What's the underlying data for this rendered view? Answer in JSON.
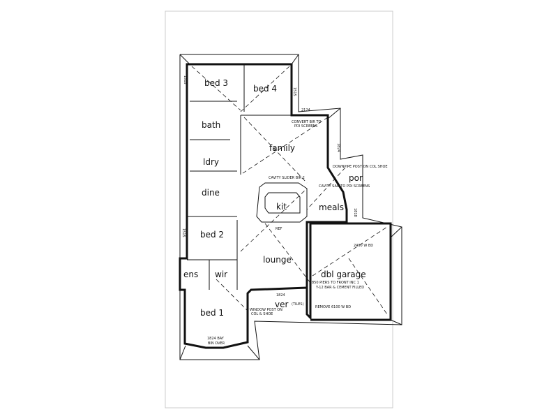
{
  "plan": {
    "rooms": {
      "bed3": "bed 3",
      "bed4": "bed 4",
      "bath": "bath",
      "family": "family",
      "ldry": "ldry",
      "dine": "dine",
      "kit": "kit",
      "meals": "meals",
      "por": "por",
      "bed2": "bed 2",
      "lounge": "lounge",
      "garage": "dbl garage",
      "ens": "ens",
      "wir": "wir",
      "ver": "ver",
      "bed1": "bed 1"
    },
    "notes": {
      "ver_tiles": "(TILES)",
      "convert_bir": "CONVERT BIR TO",
      "pdi_screens": "PDI SCREENS",
      "dim_2124": "2124",
      "dim_1824_family": "1824",
      "dim_1515_bed3": "1515",
      "dim_1515_bed4": "1515",
      "dim_1515_bed2": "1515",
      "dim_1818": "1818",
      "cavity_slider": "CAVITY SLIDER BIR 2",
      "downpipe": "DOWNPIPE POST ON COL SHOE",
      "cavity_sad": "CAVITY SAD TO PDI SCREENS",
      "garage_2400": "2400 W BD",
      "piers": "850 PIERS TO FRONT INC 1",
      "bar": "Y-12 BAR & CEMENT FILLED",
      "remove": "REMOVE 6100 W BD",
      "dim_1824_ver": "1824",
      "window_post": "WINDOW POST ON",
      "col_shoe": "COL & SHOE",
      "bay": "1824 BAY",
      "bin_over": "BIN OVER",
      "ref": "REF"
    }
  }
}
